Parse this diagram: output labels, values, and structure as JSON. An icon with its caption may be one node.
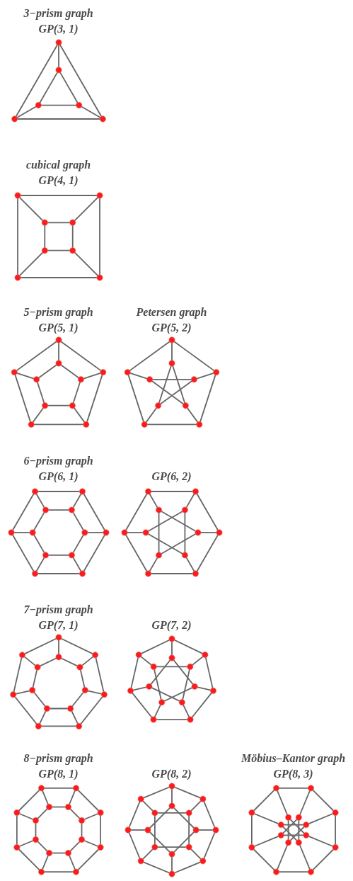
{
  "diagram": {
    "nodes": [
      {
        "text": [
          "3−prism graph",
          "GP(3, 1)"
        ]
      },
      {
        "text": [
          "cubical graph",
          "GP(4, 1)"
        ]
      },
      {
        "text": [
          "5−prism graph",
          "GP(5, 1)"
        ]
      },
      {
        "text": [
          "Petersen graph",
          "GP(5, 2)"
        ]
      },
      {
        "text": [
          "6−prism graph",
          "GP(6, 1)"
        ]
      },
      {
        "text": [
          "GP(6, 2)"
        ]
      },
      {
        "text": [
          "7−prism graph",
          "GP(7, 1)"
        ]
      },
      {
        "text": [
          "GP(7, 2)"
        ]
      },
      {
        "text": [
          "8−prism graph",
          "GP(8, 1)"
        ]
      },
      {
        "text": [
          "GP(8, 2)"
        ]
      },
      {
        "text": [
          "Möbius–Kantor graph",
          "GP(8, 3)"
        ]
      }
    ]
  }
}
